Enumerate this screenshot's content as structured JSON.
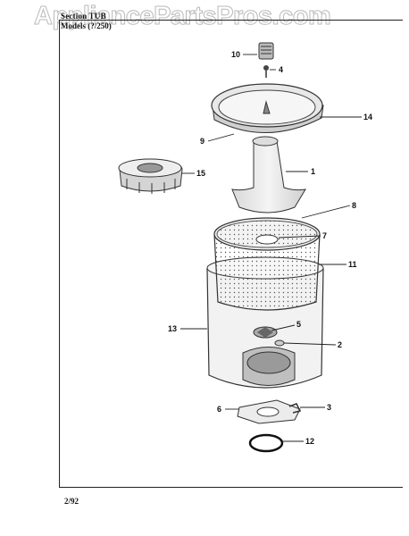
{
  "watermark": "AppliancePartsPros.com",
  "header": {
    "section_line": "Section TUB",
    "model_line": "Models (?/250)"
  },
  "footer": {
    "date": "2/92"
  },
  "callouts": {
    "c10": "10",
    "c4": "4",
    "c14": "14",
    "c9": "9",
    "c1": "1",
    "c15": "15",
    "c8": "8",
    "c7": "7",
    "c11": "11",
    "c13": "13",
    "c5": "5",
    "c2": "2",
    "c6": "6",
    "c3": "3",
    "c12": "12"
  }
}
